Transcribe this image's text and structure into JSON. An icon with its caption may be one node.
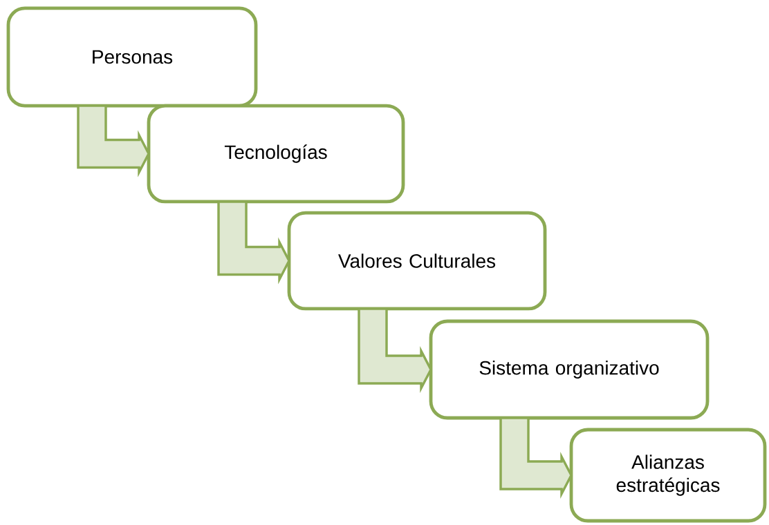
{
  "diagram": {
    "nodes": [
      {
        "text": [
          "Personas"
        ]
      },
      {
        "text": [
          "Tecnologías"
        ]
      },
      {
        "text": [
          "Valores Culturales"
        ]
      },
      {
        "text": [
          "Sistema organizativo"
        ]
      },
      {
        "text": [
          "Alianzas estratégicas"
        ]
      }
    ],
    "edges": [
      {
        "from": 0,
        "to": 1,
        "arrow": "to"
      },
      {
        "from": 1,
        "to": 2,
        "arrow": "to"
      },
      {
        "from": 2,
        "to": 3,
        "arrow": "to"
      },
      {
        "from": 3,
        "to": 4,
        "arrow": "to"
      }
    ]
  }
}
